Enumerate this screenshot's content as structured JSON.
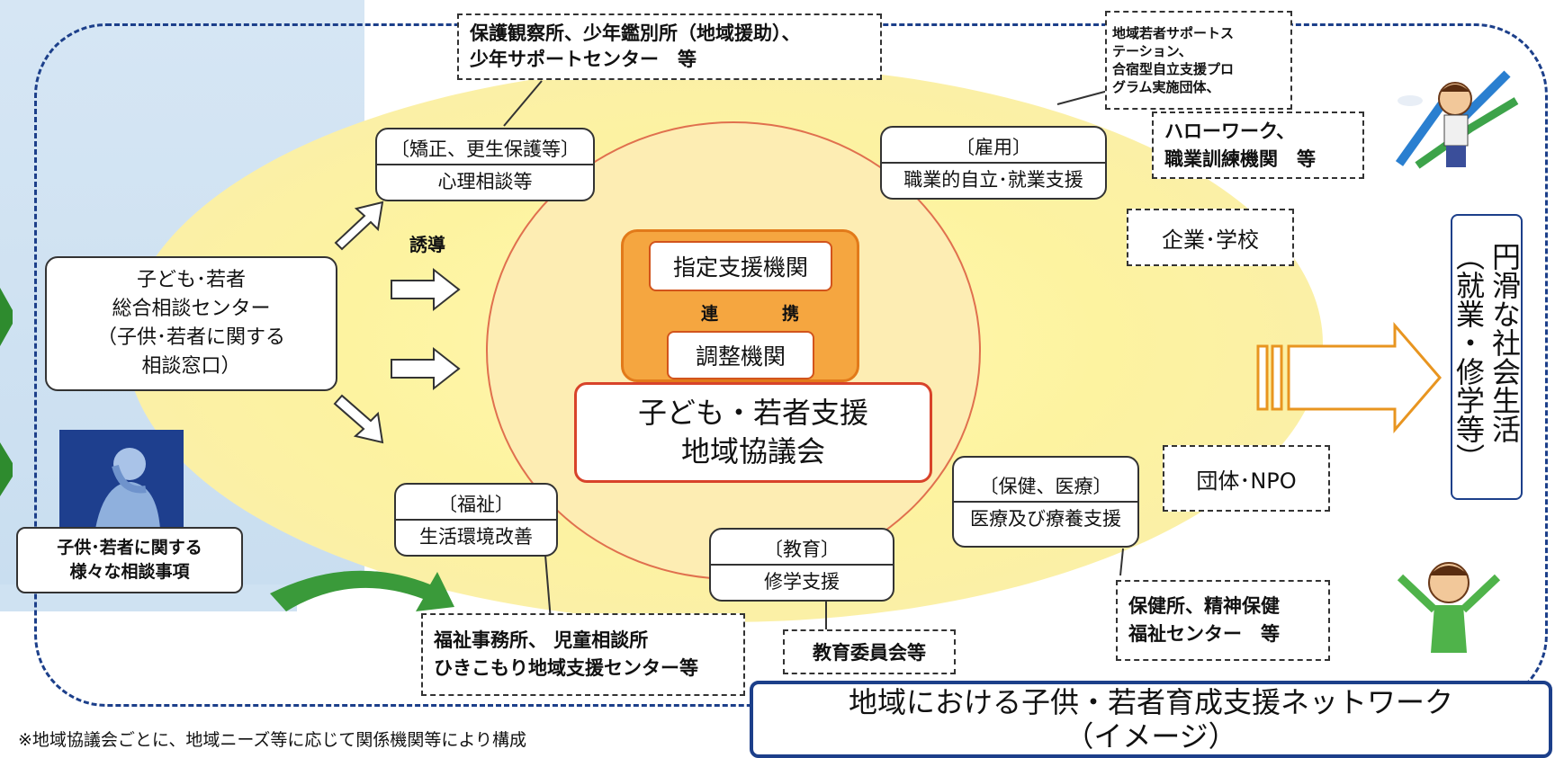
{
  "colors": {
    "dash_border": "#1c3f8a",
    "ellipse": "#fdf3a0",
    "inner_circle_border": "#e0704e",
    "orange": "#f5a640",
    "main_border": "#d8432a",
    "green_arrow": "#2e8b2e"
  },
  "top_agency_box": {
    "line1": "保護観察所、少年鑑別所（地域援助）、",
    "line2": "少年サポートセンター　等"
  },
  "youth_support_box": {
    "line1": "地域若者サポートス",
    "line2": "テーション、",
    "line3": "合宿型自立支援プロ",
    "line4": "グラム実施団体、"
  },
  "hellowork_box": {
    "line1": "ハローワーク、",
    "line2": "職業訓練機関　等"
  },
  "correction_box": {
    "header": "〔矯正、更生保護等〕",
    "body": "心理相談等"
  },
  "employment_box": {
    "header": "〔雇用〕",
    "body": "職業的自立･就業支援"
  },
  "guidance_label": "誘導",
  "consult_center_box": {
    "line1": "子ども･若者",
    "line2": "総合相談センター",
    "line3": "（子供･若者に関する",
    "line4": "相談窓口）"
  },
  "consult_matters_box": {
    "line1": "子供･若者に関する",
    "line2": "様々な相談事項"
  },
  "designated_org": "指定支援機関",
  "coordination_org": "調整機関",
  "cooperation_label_1": "連",
  "cooperation_label_2": "携",
  "council_box": {
    "line1": "子ども・若者支援",
    "line2": "地域協議会"
  },
  "company_school": "企業･学校",
  "ngo_npo": "団体･NPO",
  "welfare_box": {
    "header": "〔福祉〕",
    "body": "生活環境改善"
  },
  "education_box": {
    "header": "〔教育〕",
    "body": "修学支援"
  },
  "health_box": {
    "header": "〔保健、医療〕",
    "body": "医療及び療養支援"
  },
  "welfare_agency_box": {
    "line1": "福祉事務所、 児童相談所",
    "line2": "ひきこもり地域支援センター等"
  },
  "education_committee": "教育委員会等",
  "health_center_box": {
    "line1": "保健所、精神保健",
    "line2": "福祉センター　等"
  },
  "outcome_vertical": {
    "line1": "円滑な社会生活",
    "line2": "（就業・修学等）"
  },
  "title_box": {
    "line1": "地域における子供・若者育成支援ネットワーク",
    "line2": "（イメージ）"
  },
  "footnote": "※地域協議会ごとに、地域ニーズ等に応じて関係機関等により構成"
}
